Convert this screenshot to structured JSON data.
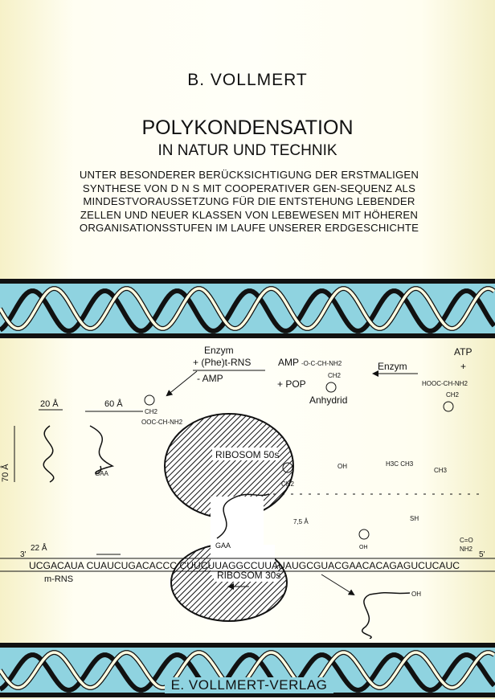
{
  "cover": {
    "author": "B. VOLLMERT",
    "title": "POLYKONDENSATION",
    "subtitle": "IN NATUR UND TECHNIK",
    "description": [
      "UNTER BESONDERER BERÜCKSICHTIGUNG DER ERSTMALIGEN",
      "SYNTHESE VON D N S MIT COOPERATIVER GEN-SEQUENZ ALS",
      "MINDESTVORAUSSETZUNG FÜR DIE ENTSTEHUNG LEBENDER",
      "ZELLEN UND NEUER KLASSEN VON LEBEWESEN MIT HÖHEREN",
      "ORGANISATIONSSTUFEN IM LAUFE UNSERER ERDGESCHICHTE"
    ],
    "publisher": "E. VOLLMERT-VERLAG"
  },
  "colors": {
    "band": "#8fd3e0",
    "ink": "#111111"
  },
  "diagram": {
    "enzym1": "Enzym",
    "phe_trns": "+ (Phe)t-RNS",
    "minus_amp": "- AMP",
    "amp": "AMP",
    "anhydride_formula": "-O-C-CH-NH2",
    "ch2": "CH2",
    "plus_pop": "+ POP",
    "anhydrid": "Anhydrid",
    "enzym2": "Enzym",
    "atp": "ATP",
    "plus": "+",
    "phenylalanine": "HOOC-CH-NH2",
    "ooc": "OOC-CH-NH2",
    "dim_20": "20 Å",
    "dim_60": "60 Å",
    "dim_70": "70 Å",
    "dim_22": "22 Å",
    "dim_75": "7,5 Å",
    "gaa": "GAA",
    "ribosom50": "RIBOSOM 50s",
    "ribosom30": "RIBOSOM 30s",
    "three_prime": "3'",
    "five_prime": "5'",
    "mrns": "m-RNS",
    "sequence": "UCGACAUA CUAUCUGACACCC CUUCUUAGGCCUUAUAUGCGUACGAACACAGAGUCUCAUC",
    "oh": "OH",
    "sh": "SH",
    "h3c_ch3": "H3C CH3",
    "ch3": "CH3",
    "c_o": "C=O",
    "nh2": "NH2"
  }
}
